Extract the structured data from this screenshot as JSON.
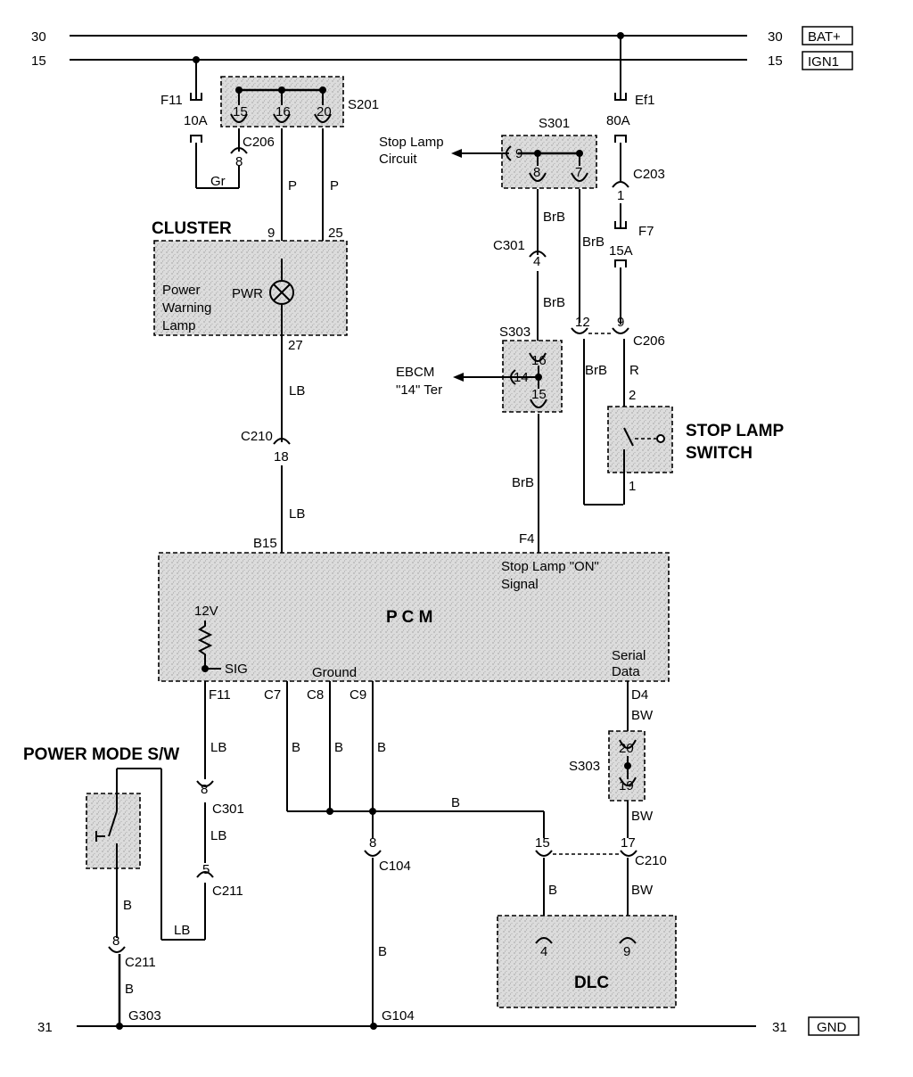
{
  "rails": {
    "bat_num": "30",
    "bat_label": "BAT+",
    "ign_num": "15",
    "ign_label": "IGN1",
    "gnd_num": "31",
    "gnd_label": "GND"
  },
  "fuses": {
    "f11": "F11",
    "f11_rating": "10A",
    "ef1": "Ef1",
    "ef1_rating": "80A",
    "f7": "F7",
    "f7_rating": "15A"
  },
  "splices": {
    "s201": "S201",
    "s201_p1": "15",
    "s201_p2": "16",
    "s201_p3": "20",
    "s301": "S301",
    "s301_p1": "9",
    "s301_p2": "8",
    "s301_p3": "7",
    "s303a": "S303",
    "s303a_p1": "16",
    "s303a_p2": "14",
    "s303a_p3": "15",
    "s303b": "S303",
    "s303b_p1": "20",
    "s303b_p2": "19"
  },
  "connectors": {
    "c206_a": "C206",
    "c206_a_pin": "8",
    "c203": "C203",
    "c203_pin": "1",
    "c301_a": "C301",
    "c301_a_pin": "4",
    "c206_b": "C206",
    "c206_b_pin1": "12",
    "c206_b_pin2": "9",
    "c210_a": "C210",
    "c210_a_pin": "18",
    "c301_b": "C301",
    "c301_b_pin": "8",
    "c211_a": "C211",
    "c211_a_pin": "5",
    "c211_b": "C211",
    "c211_b_pin": "8",
    "c104": "C104",
    "c104_pin": "8",
    "c210_b": "C210",
    "c210_b_pin1": "15",
    "c210_b_pin2": "17"
  },
  "wires": {
    "gr": "Gr",
    "p1": "P",
    "p2": "P",
    "brb1": "BrB",
    "brb2": "BrB",
    "brb3": "BrB",
    "brb4": "BrB",
    "r": "R",
    "lb1": "LB",
    "lb2": "LB",
    "lb3": "LB",
    "lb4": "LB",
    "lb5": "LB",
    "b1": "B",
    "b2": "B",
    "b3": "B",
    "b4": "B",
    "b5": "B",
    "b6": "B",
    "b7": "B",
    "bw1": "BW",
    "bw2": "BW",
    "bw3": "BW"
  },
  "components": {
    "cluster": "CLUSTER",
    "cluster_pin9": "9",
    "cluster_pin25": "25",
    "cluster_pin27": "27",
    "pwr": "PWR",
    "power_warning_1": "Power",
    "power_warning_2": "Warning",
    "power_warning_3": "Lamp",
    "stop_lamp_circuit_1": "Stop Lamp",
    "stop_lamp_circuit_2": "Circuit",
    "ebcm_1": "EBCM",
    "ebcm_2": "\"14\" Ter",
    "stop_lamp_switch_1": "STOP LAMP",
    "stop_lamp_switch_2": "SWITCH",
    "sls_pin2": "2",
    "sls_pin1": "1",
    "pcm": "P  C  M",
    "pcm_b15": "B15",
    "pcm_f4": "F4",
    "pcm_stop_on_1": "Stop Lamp \"ON\"",
    "pcm_stop_on_2": "Signal",
    "pcm_12v": "12V",
    "pcm_sig": "SIG",
    "pcm_ground": "Ground",
    "pcm_serial_1": "Serial",
    "pcm_serial_2": "Data",
    "pcm_f11": "F11",
    "pcm_c7": "C7",
    "pcm_c8": "C8",
    "pcm_c9": "C9",
    "pcm_d4": "D4",
    "power_mode_sw": "POWER MODE S/W",
    "dlc": "DLC",
    "dlc_pin4": "4",
    "dlc_pin9": "9",
    "g303": "G303",
    "g104": "G104"
  }
}
